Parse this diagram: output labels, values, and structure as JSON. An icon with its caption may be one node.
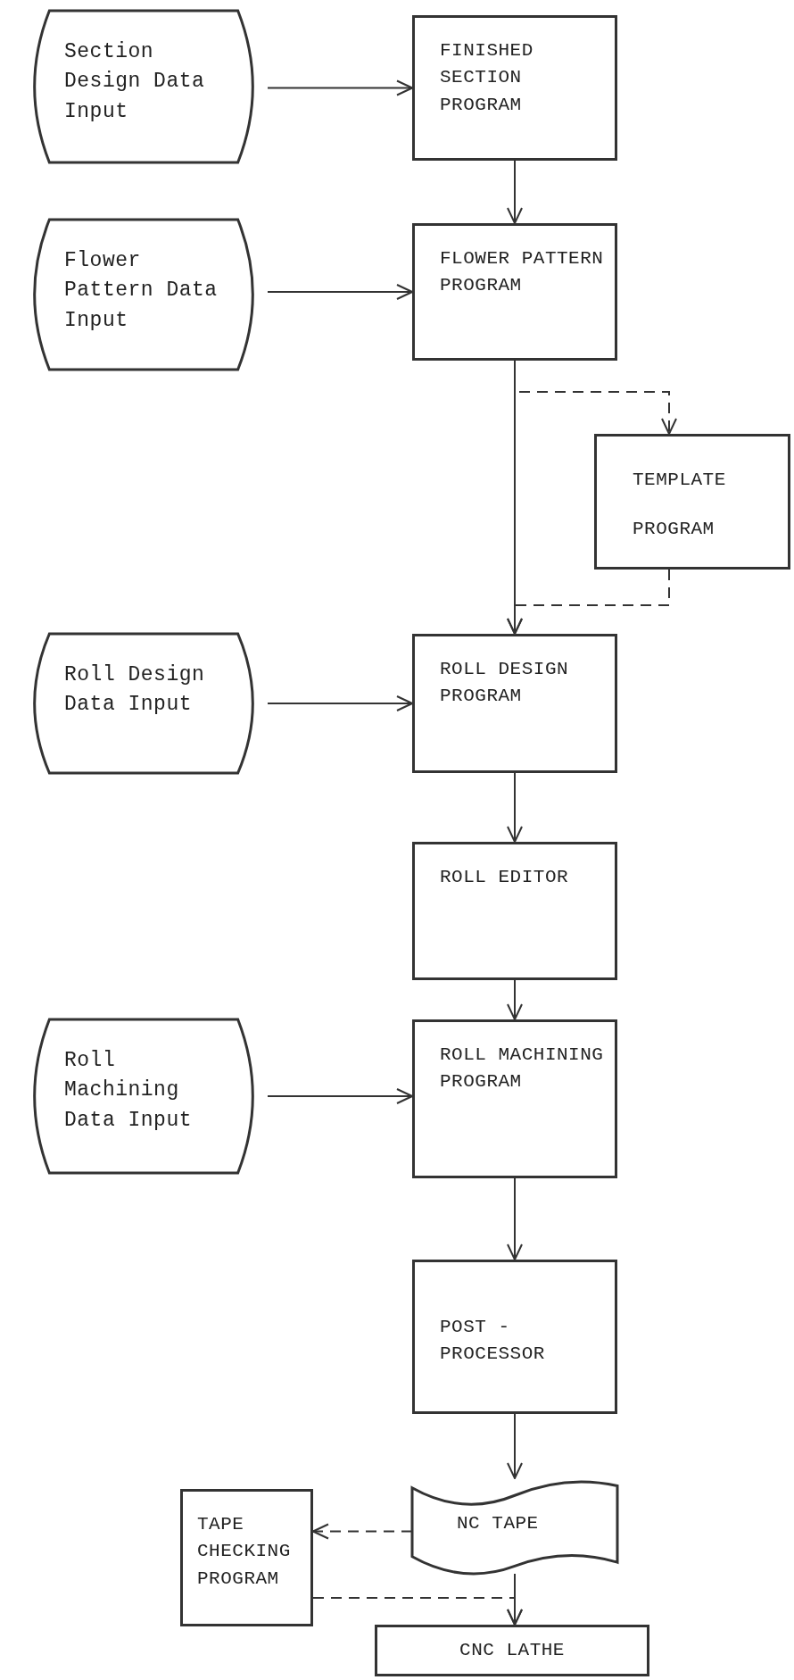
{
  "diagram": {
    "nodes": [
      {
        "text": [
          "Section Design Data Input"
        ]
      },
      {
        "text": [
          "FINISHED SECTION PROGRAM"
        ]
      },
      {
        "text": [
          "Flower Pattern Data Input"
        ]
      },
      {
        "text": [
          "FLOWER PATTERN PROGRAM"
        ]
      },
      {
        "text": [
          "TEMPLATE PROGRAM"
        ]
      },
      {
        "text": [
          "Roll Design Data Input"
        ]
      },
      {
        "text": [
          "ROLL DESIGN PROGRAM"
        ]
      },
      {
        "text": [
          "ROLL EDITOR"
        ]
      },
      {
        "text": [
          "Roll Machining Data Input"
        ]
      },
      {
        "text": [
          "ROLL MACHINING PROGRAM"
        ]
      },
      {
        "text": [
          "POST - PROCESSOR"
        ]
      },
      {
        "text": [
          "NC TAPE"
        ]
      },
      {
        "text": [
          "TAPE CHECKING PROGRAM"
        ]
      },
      {
        "text": [
          "CNC LATHE"
        ]
      }
    ],
    "edges": [
      {
        "from": 0,
        "to": 1,
        "arrow": "to"
      },
      {
        "from": 1,
        "to": 3,
        "arrow": "to"
      },
      {
        "from": 2,
        "to": 3,
        "arrow": "to"
      },
      {
        "from": 3,
        "to": 4,
        "arrow": "to",
        "style": "dashed"
      },
      {
        "from": 3,
        "to": 6,
        "arrow": "to"
      },
      {
        "from": 4,
        "to": 6,
        "arrow": "to",
        "style": "dashed"
      },
      {
        "from": 5,
        "to": 6,
        "arrow": "to"
      },
      {
        "from": 6,
        "to": 7,
        "arrow": "to"
      },
      {
        "from": 7,
        "to": 9,
        "arrow": "to"
      },
      {
        "from": 8,
        "to": 9,
        "arrow": "to"
      },
      {
        "from": 9,
        "to": 10,
        "arrow": "to"
      },
      {
        "from": 10,
        "to": 11,
        "arrow": "to"
      },
      {
        "from": 11,
        "to": 12,
        "arrow": "to",
        "style": "dashed"
      },
      {
        "from": 11,
        "to": 13,
        "arrow": "to"
      },
      {
        "from": 12,
        "to": 13,
        "arrow": "to",
        "style": "dashed"
      }
    ]
  }
}
